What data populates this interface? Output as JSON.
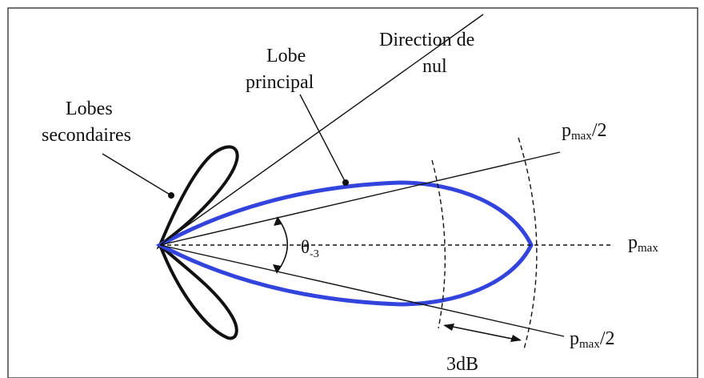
{
  "labels": {
    "lobes_secondaires_line1": "Lobes",
    "lobes_secondaires_line2": "secondaires",
    "lobe_principal_line1": "Lobe",
    "lobe_principal_line2": "principal",
    "direction_nul_line1": "Direction de",
    "direction_nul_line2": "nul",
    "pmax_half_top": "pmax/2",
    "pmax_half_top_base": "p",
    "pmax_half_top_sub": "max",
    "pmax_half_top_tail": "/2",
    "pmax_base": "p",
    "pmax_sub": "max",
    "pmax_half_bottom_base": "p",
    "pmax_half_bottom_sub": "max",
    "pmax_half_bottom_tail": "/2",
    "theta_base": "θ",
    "theta_sub": "-3",
    "three_db": "3dB"
  },
  "colors": {
    "main_lobe": "#3344dd",
    "side_lobes": "#111111",
    "lines": "#111111",
    "frame": "#333333"
  }
}
